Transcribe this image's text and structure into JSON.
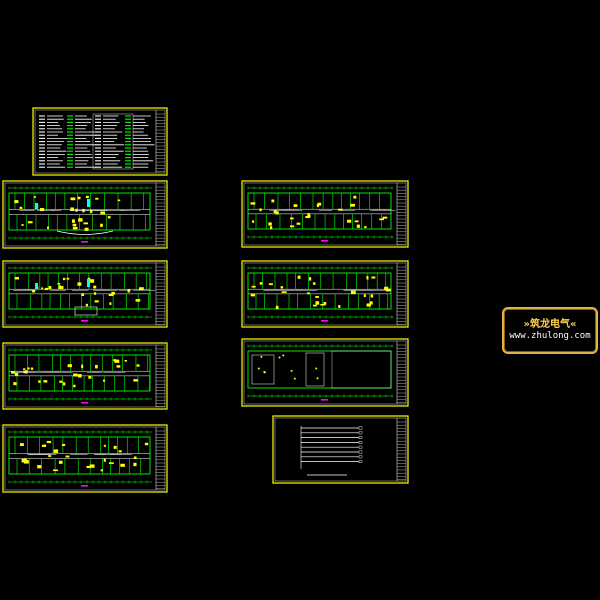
{
  "watermark": {
    "line1": "»筑龙电气«",
    "line2": "www.zhulong.com"
  },
  "colors": {
    "background": "#000000",
    "frame": "#ffff00",
    "plan_lines": "#00ff00",
    "detail_lines": "#ffffff",
    "accent": "#00ffff",
    "marker": "#ff00ff",
    "stamp_border": "#e0b34a"
  },
  "sheets": [
    {
      "id": "legend-sheet",
      "kind": "legend"
    },
    {
      "id": "plan-1",
      "kind": "plan"
    },
    {
      "id": "plan-2",
      "kind": "plan"
    },
    {
      "id": "plan-3",
      "kind": "plan"
    },
    {
      "id": "plan-4",
      "kind": "plan"
    },
    {
      "id": "plan-5",
      "kind": "plan"
    },
    {
      "id": "plan-6",
      "kind": "plan"
    },
    {
      "id": "plan-7",
      "kind": "plan-sparse"
    },
    {
      "id": "system-diagram",
      "kind": "system"
    }
  ]
}
